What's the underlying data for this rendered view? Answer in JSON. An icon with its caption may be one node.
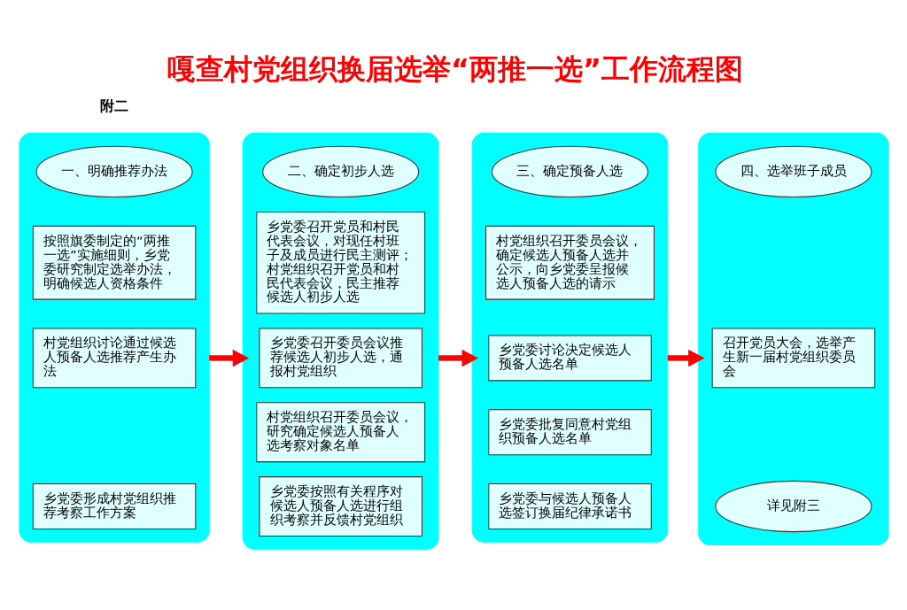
{
  "diagram": {
    "title": "嘎查村党组织换届选举“两推一选”工作流程图",
    "nodes": [
      {
        "text": [],
        "shape": "box"
      },
      {
        "text": [
          "一、明确推荐办法"
        ],
        "in": 0
      },
      {
        "text": [
          "按照旗委制定的“两推一选”实施细则，乡党委研究制定选举办法，明确候选人资格条件"
        ],
        "in": 0
      },
      {
        "text": [
          "村党组织讨论通过候选人预备人选推荐产生办法"
        ],
        "in": 0
      },
      {
        "text": [
          "乡党委形成村党组织推荐考察工作方案"
        ],
        "in": 0
      },
      {
        "text": [],
        "shape": "box"
      },
      {
        "text": [
          "二、确定初步人选"
        ],
        "in": 5
      },
      {
        "text": [
          "乡党委召开党员和村民代表会议，对现任村班子及成员进行民主测评；村党组织召开党员和村民代表会议，民主推荐候选人初步人选"
        ],
        "in": 5
      },
      {
        "text": [
          "乡党委召开委员会议推荐候选人初步人选，通报村党组织"
        ],
        "in": 5
      },
      {
        "text": [
          "村党组织召开委员会议，研究确定候选人预备人选考察对象名单"
        ],
        "in": 5
      },
      {
        "text": [
          "乡党委按照有关程序对候选人预备人选进行组织考察并反馈村党组织"
        ],
        "in": 5
      },
      {
        "text": [],
        "shape": "box"
      },
      {
        "text": [
          "三、确定预备人选"
        ],
        "in": 11
      },
      {
        "text": [
          "村党组织召开委员会议，确定候选人预备人选并公示，向乡党委呈报候选人预备人选的请示"
        ],
        "in": 11
      },
      {
        "text": [
          "乡党委讨论决定候选人预备人选名单"
        ],
        "in": 11
      },
      {
        "text": [
          "乡党委批复同意村党组织预备人选名单"
        ],
        "in": 11
      },
      {
        "text": [
          "乡党委与候选人预备人选签订换届纪律承诺书"
        ],
        "in": 11
      },
      {
        "text": [],
        "shape": "box"
      },
      {
        "text": [
          "四、选举班子成员"
        ],
        "in": 17
      },
      {
        "text": [
          "召开党员大会，选举产生新一届村党组织委员会"
        ],
        "in": 17
      },
      {
        "text": [
          "详见附三"
        ],
        "in": 17
      }
    ],
    "edges": [
      {
        "from": 0,
        "to": 5,
        "arrow": "to"
      },
      {
        "from": 5,
        "to": 11,
        "arrow": "to"
      },
      {
        "from": 11,
        "to": 17,
        "arrow": "to"
      }
    ],
    "labels": [
      "附二"
    ]
  }
}
